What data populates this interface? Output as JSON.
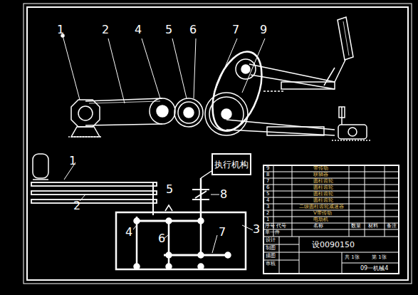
{
  "diagram": {
    "nodes": [
      {
        "text": [
          "执行机构"
        ]
      }
    ],
    "labels": [
      "1",
      "2",
      "4",
      "5",
      "6",
      "7",
      "9",
      "1",
      "2",
      "5",
      "4",
      "6",
      "7",
      "3",
      "8",
      "9",
      "带传动",
      "8",
      "联轴器",
      "7",
      "圆柱齿轮",
      "6",
      "圆柱齿轮",
      "5",
      "圆柱齿轮",
      "4",
      "圆柱齿轮",
      "3",
      "二级圆柱齿轮减速器",
      "2",
      "V带传动",
      "1",
      "电动机",
      "序号",
      "代号",
      "名称",
      "数量",
      "材料",
      "备注",
      "设0090150",
      "单一件",
      "设计",
      "制图",
      "描图",
      "审核",
      "共 1张",
      "第 1张",
      "09一机械4"
    ]
  }
}
